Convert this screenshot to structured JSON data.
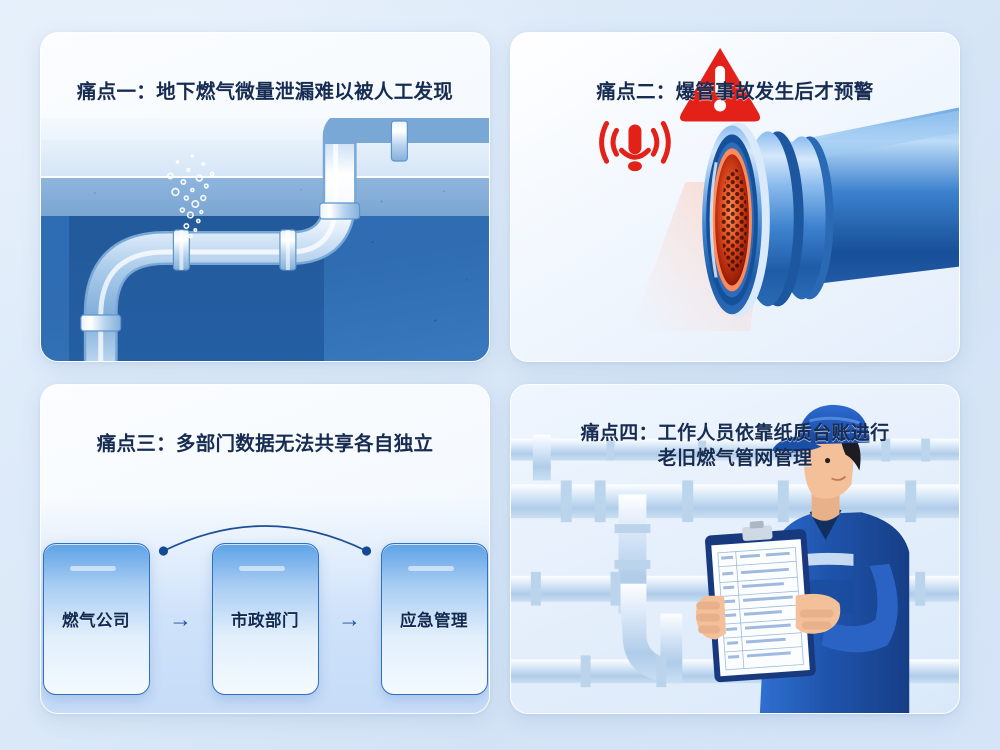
{
  "page": {
    "background_color": "#dbe9f8",
    "title_color": "#162c52",
    "accent_blue": "#2f6fc4",
    "alert_red": "#e32119"
  },
  "panels": [
    {
      "id": "pain-point-1",
      "title": "痛点一：地下燃气微量泄漏难以被人工发现",
      "illustration": "underground-gas-pipe-leak",
      "illustration_elements": [
        "ground-surface",
        "soil-layer",
        "buried-pipe",
        "pipe-flanges",
        "escaping-gas-bubbles"
      ]
    },
    {
      "id": "pain-point-2",
      "title": "痛点二：爆管事故发生后才预警",
      "illustration": "burst-pipe-alarm",
      "illustration_elements": [
        "large-pipe-cross-section",
        "glowing-red-interior",
        "honeycomb-pattern",
        "warning-triangle-icon",
        "siren-alarm-icon"
      ]
    },
    {
      "id": "pain-point-3",
      "title": "痛点三：多部门数据无法共享各自独立",
      "illustration": "isolated-departments-diagram",
      "departments": [
        {
          "label": "燃气公司"
        },
        {
          "label": "市政部门"
        },
        {
          "label": "应急管理"
        }
      ],
      "arrow_glyph": "→"
    },
    {
      "id": "pain-point-4",
      "title_lines": [
        "痛点四：工作人员依靠纸质台账进行",
        "老旧燃气管网管理"
      ],
      "illustration": "worker-with-paper-ledger",
      "illustration_elements": [
        "pipe-network-background",
        "inspection-worker",
        "blue-uniform",
        "blue-cap",
        "clipboard-with-paper-form"
      ]
    }
  ]
}
